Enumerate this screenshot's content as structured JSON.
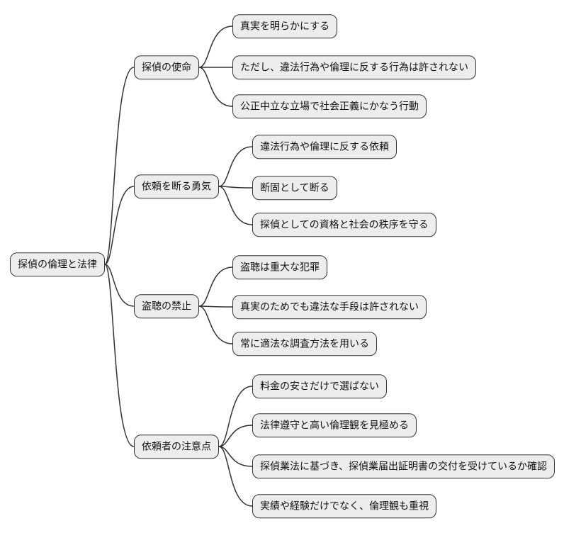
{
  "diagram": {
    "type": "mindmap",
    "root": {
      "label": "探偵の倫理と法律",
      "branches": [
        {
          "label": "探偵の使命",
          "children": [
            "真実を明らかにする",
            "ただし、違法行為や倫理に反する行為は許されない",
            "公正中立な立場で社会正義にかなう行動"
          ]
        },
        {
          "label": "依頼を断る勇気",
          "children": [
            "違法行為や倫理に反する依頼",
            "断固として断る",
            "探偵としての資格と社会の秩序を守る"
          ]
        },
        {
          "label": "盗聴の禁止",
          "children": [
            "盗聴は重大な犯罪",
            "真実のためでも違法な手段は許されない",
            "常に適法な調査方法を用いる"
          ]
        },
        {
          "label": "依頼者の注意点",
          "children": [
            "料金の安さだけで選ばない",
            "法律遵守と高い倫理観を見極める",
            "探偵業法に基づき、探偵業届出証明書の交付を受けているか確認",
            "実績や経験だけでなく、倫理観も重視"
          ]
        }
      ]
    },
    "colors": {
      "background": "#ffffff",
      "node_fill": "#ededed",
      "node_border": "#333333",
      "edge": "#333333",
      "text": "#111111"
    }
  }
}
